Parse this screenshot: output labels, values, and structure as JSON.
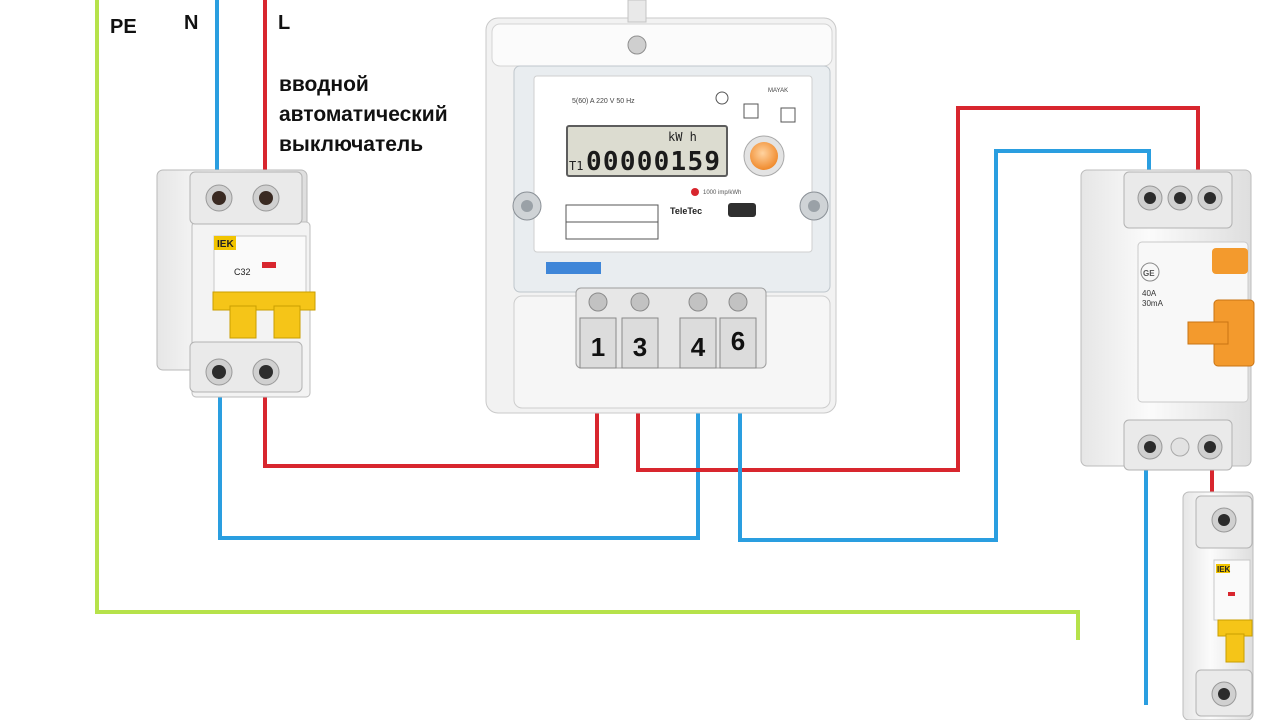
{
  "labels": {
    "pe": "PE",
    "n": "N",
    "l": "L",
    "breaker_caption": [
      "вводной",
      "автоматический",
      "выключатель"
    ]
  },
  "meter": {
    "terminals": [
      "1",
      "3",
      "4",
      "6"
    ],
    "brand": "TeleTec",
    "display_value": "00000159",
    "display_unit": "kW h",
    "display_tariff": "T1",
    "rating_text": "5(60) A 220 V 50 Hz",
    "model_text": "MAYAK",
    "led_text": "1000 imp/kWh"
  },
  "breaker_main": {
    "brand": "IEK",
    "rating": "C32"
  },
  "rcd": {
    "rating_current": "40A",
    "rating_residual": "30mA",
    "brand": "GE"
  },
  "breaker_out": {
    "brand": "IEK"
  },
  "colors": {
    "wire_line": "#d8262e",
    "wire_neutral": "#2a9ee0",
    "wire_pe": "#b6e24a",
    "handle": "#f5c518",
    "rcd_handle": "#f39a2d"
  }
}
